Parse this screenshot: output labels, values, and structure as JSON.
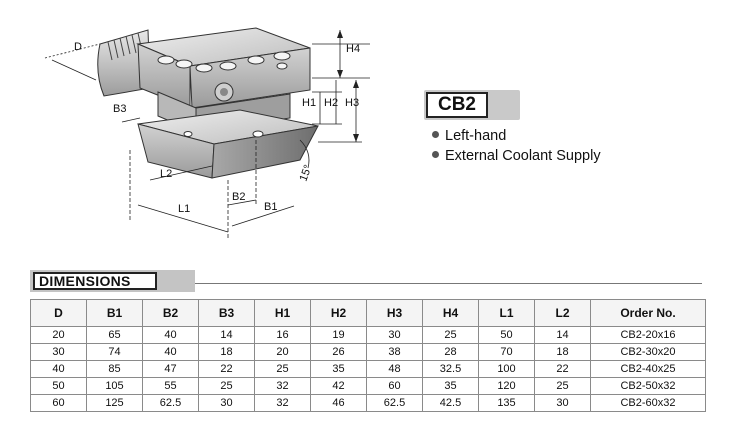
{
  "drawing": {
    "labels": {
      "D": "D",
      "H4": "H4",
      "H1": "H1",
      "H2": "H2",
      "H3": "H3",
      "B3": "B3",
      "L2": "L2",
      "L1": "L1",
      "B2": "B2",
      "B1": "B1",
      "angle": "15°"
    }
  },
  "model": "CB2",
  "features": [
    "Left-hand",
    "External Coolant Supply"
  ],
  "section_title": "DIMENSIONS",
  "table": {
    "headers": [
      "D",
      "B1",
      "B2",
      "B3",
      "H1",
      "H2",
      "H3",
      "H4",
      "L1",
      "L2",
      "Order No."
    ],
    "rows": [
      [
        "20",
        "65",
        "40",
        "14",
        "16",
        "19",
        "30",
        "25",
        "50",
        "14",
        "CB2-20x16"
      ],
      [
        "30",
        "74",
        "40",
        "18",
        "20",
        "26",
        "38",
        "28",
        "70",
        "18",
        "CB2-30x20"
      ],
      [
        "40",
        "85",
        "47",
        "22",
        "25",
        "35",
        "48",
        "32.5",
        "100",
        "22",
        "CB2-40x25"
      ],
      [
        "50",
        "105",
        "55",
        "25",
        "32",
        "42",
        "60",
        "35",
        "120",
        "25",
        "CB2-50x32"
      ],
      [
        "60",
        "125",
        "62.5",
        "30",
        "32",
        "46",
        "62.5",
        "42.5",
        "135",
        "30",
        "CB2-60x32"
      ]
    ]
  }
}
